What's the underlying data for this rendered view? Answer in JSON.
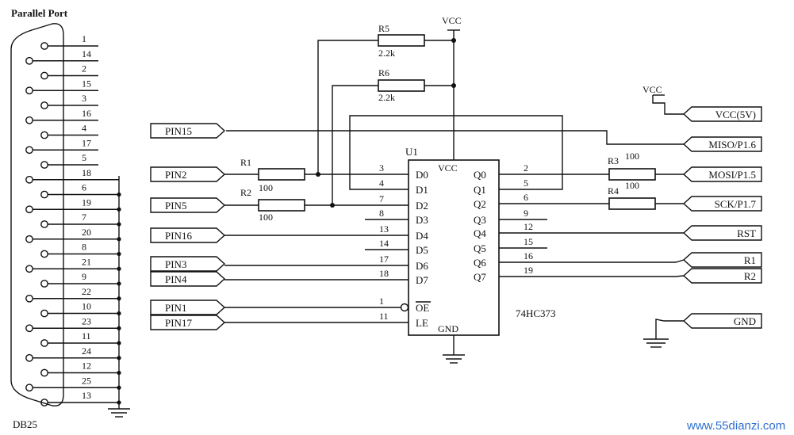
{
  "connector": {
    "title": "Parallel Port",
    "type_label": "DB25",
    "pin_labels": [
      "1",
      "14",
      "2",
      "15",
      "3",
      "16",
      "4",
      "17",
      "5",
      "18",
      "6",
      "19",
      "7",
      "20",
      "8",
      "21",
      "9",
      "22",
      "10",
      "23",
      "11",
      "24",
      "12",
      "25",
      "13"
    ]
  },
  "chip": {
    "ref": "U1",
    "part": "74HC373",
    "vcc_label": "VCC",
    "gnd_label": "GND",
    "left_pins": [
      {
        "name": "D0",
        "num": "3"
      },
      {
        "name": "D1",
        "num": "4"
      },
      {
        "name": "D2",
        "num": "7"
      },
      {
        "name": "D3",
        "num": "8"
      },
      {
        "name": "D4",
        "num": "13"
      },
      {
        "name": "D5",
        "num": "14"
      },
      {
        "name": "D6",
        "num": "17"
      },
      {
        "name": "D7",
        "num": "18"
      },
      {
        "name": "OE",
        "num": "1"
      },
      {
        "name": "LE",
        "num": "11"
      }
    ],
    "right_pins": [
      {
        "name": "Q0",
        "num": "2"
      },
      {
        "name": "Q1",
        "num": "5"
      },
      {
        "name": "Q2",
        "num": "6"
      },
      {
        "name": "Q3",
        "num": "9"
      },
      {
        "name": "Q4",
        "num": "12"
      },
      {
        "name": "Q5",
        "num": "15"
      },
      {
        "name": "Q6",
        "num": "16"
      },
      {
        "name": "Q7",
        "num": "19"
      }
    ]
  },
  "resistors": [
    {
      "ref": "R1",
      "value": "100"
    },
    {
      "ref": "R2",
      "value": "100"
    },
    {
      "ref": "R3",
      "value": "100"
    },
    {
      "ref": "R4",
      "value": "100"
    },
    {
      "ref": "R5",
      "value": "2.2k"
    },
    {
      "ref": "R6",
      "value": "2.2k"
    }
  ],
  "input_ports": [
    "PIN15",
    "PIN2",
    "PIN5",
    "PIN16",
    "PIN3",
    "PIN4",
    "PIN1",
    "PIN17"
  ],
  "output_ports": [
    "VCC(5V)",
    "MISO/P1.6",
    "MOSI/P1.5",
    "SCK/P1.7",
    "RST",
    "R1",
    "R2",
    "GND"
  ],
  "power": {
    "vcc_top": "VCC",
    "vcc_right": "VCC"
  },
  "watermark": "www.55dianzi.com",
  "colors": {
    "ink": "#111111",
    "background": "#ffffff",
    "watermark": "#2f6fcf"
  }
}
